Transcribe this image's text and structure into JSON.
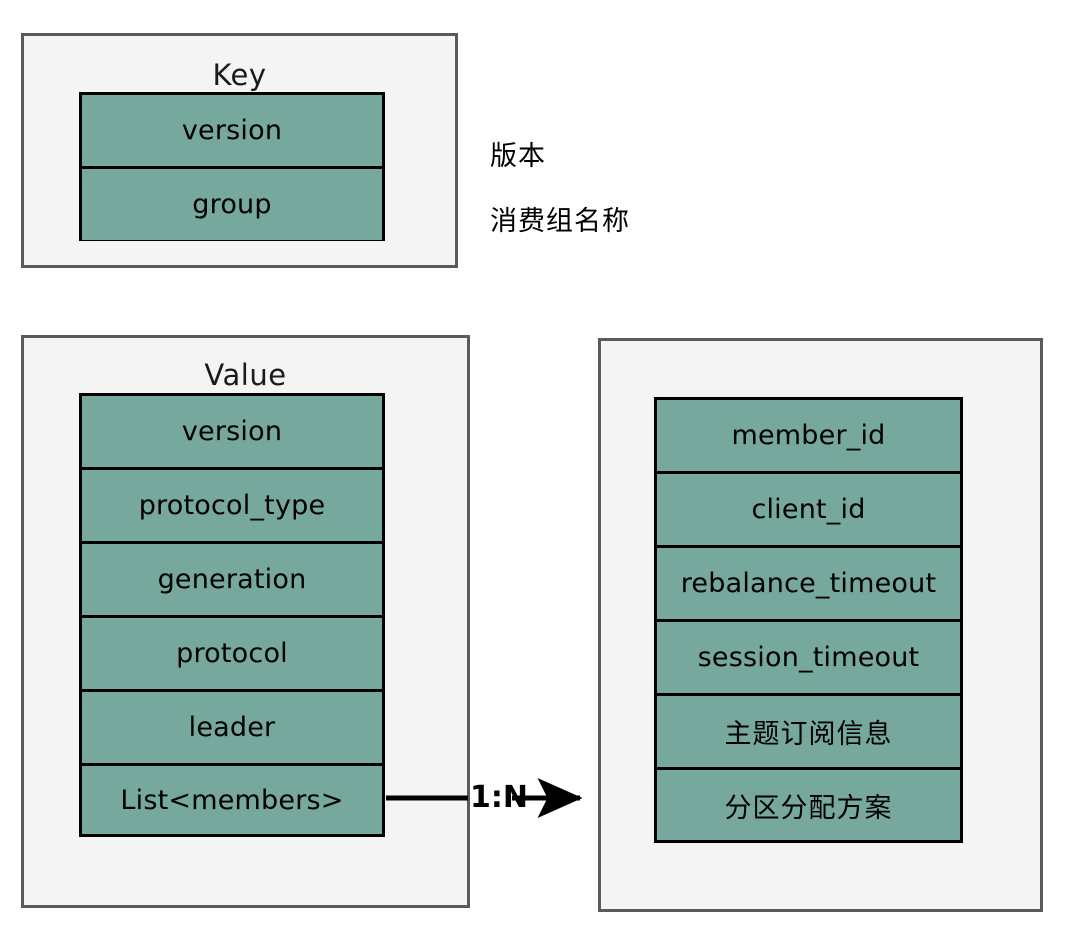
{
  "diagram": {
    "title": "Kafka __consumer_offsets group metadata record layout",
    "accent_green": "#76a89d",
    "panel_fill": "#f4f4f4",
    "panel_border": "#5a5a5a",
    "field_border": "#000000"
  },
  "key_panel": {
    "title": "Key",
    "fields": [
      {
        "label": "version"
      },
      {
        "label": "group"
      }
    ]
  },
  "key_annotations": [
    {
      "label": "版本"
    },
    {
      "label": "消费组名称"
    }
  ],
  "value_panel": {
    "title": "Value",
    "fields": [
      {
        "label": "version"
      },
      {
        "label": "protocol_type"
      },
      {
        "label": "generation"
      },
      {
        "label": "protocol"
      },
      {
        "label": "leader"
      },
      {
        "label": "List<members>"
      }
    ]
  },
  "member_panel": {
    "title": "",
    "fields": [
      {
        "label": "member_id",
        "cjk": false
      },
      {
        "label": "client_id",
        "cjk": false
      },
      {
        "label": "rebalance_timeout",
        "cjk": false
      },
      {
        "label": "session_timeout",
        "cjk": false
      },
      {
        "label": "主题订阅信息",
        "cjk": true
      },
      {
        "label": "分区分配方案",
        "cjk": true
      }
    ]
  },
  "connector": {
    "label": "1:N",
    "from": "List<members>",
    "to": "member_panel"
  }
}
